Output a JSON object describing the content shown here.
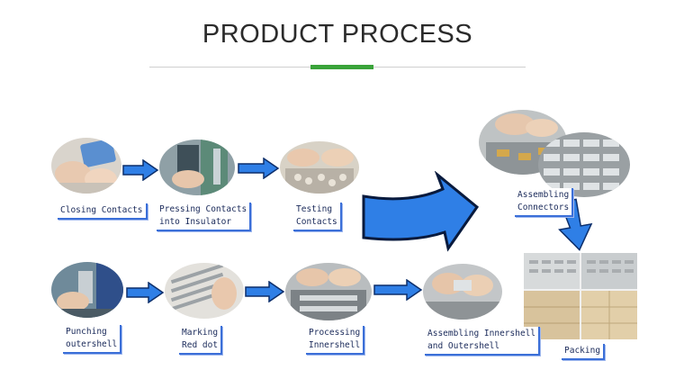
{
  "header": {
    "title": "PRODUCT PROCESS"
  },
  "colors": {
    "accent_green": "#3aa33a",
    "arrow_blue": "#2f7fe6",
    "label_border": "#3b6fd8"
  },
  "steps": [
    {
      "label": "Closing Contacts"
    },
    {
      "label": "Pressing Contacts\ninto Insulator"
    },
    {
      "label": "Testing\nContacts"
    },
    {
      "label": "Assembling\nConnectors"
    },
    {
      "label": "Packing"
    },
    {
      "label": "Punching\noutershell"
    },
    {
      "label": "Marking\nRed dot"
    },
    {
      "label": "Processing\nInnershell"
    },
    {
      "label": "Assembling Innershell\nand Outershell"
    }
  ]
}
